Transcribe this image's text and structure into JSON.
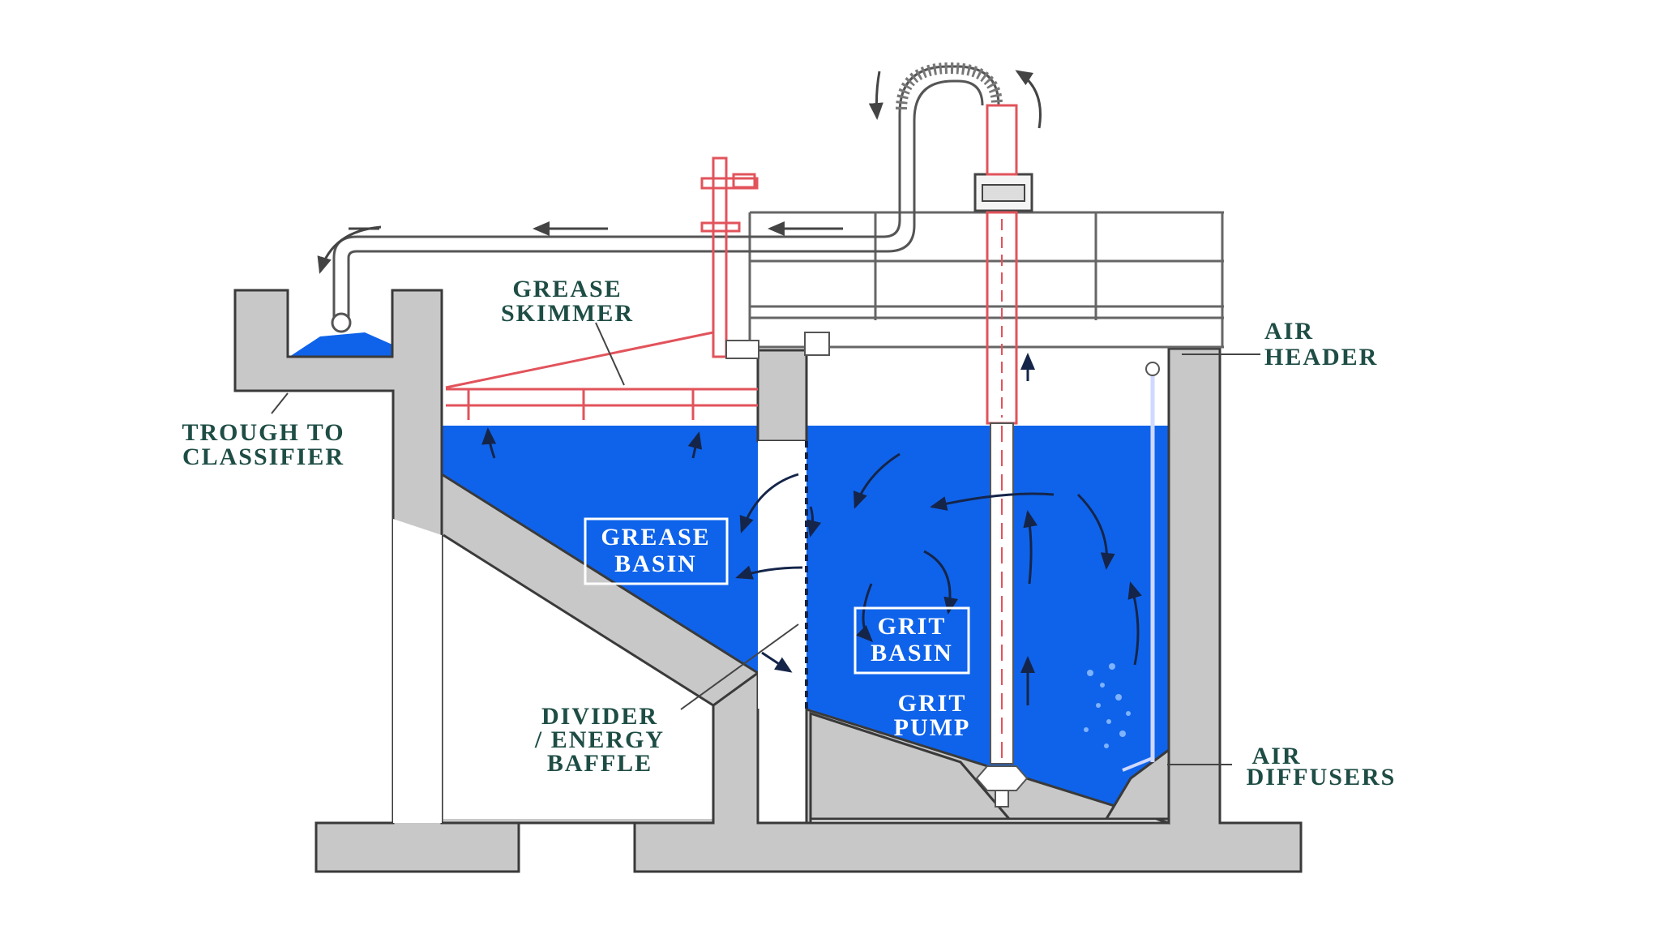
{
  "diagram": {
    "labels": {
      "grease_skimmer_1": "GREASE",
      "grease_skimmer_2": "SKIMMER",
      "air_header_1": "AIR",
      "air_header_2": "HEADER",
      "trough_1": "TROUGH TO",
      "trough_2": "CLASSIFIER",
      "grease_basin_1": "GREASE",
      "grease_basin_2": "BASIN",
      "grit_basin_1": "GRIT",
      "grit_basin_2": "BASIN",
      "grit_pump_1": "GRIT",
      "grit_pump_2": "PUMP",
      "divider_1": "DIVIDER",
      "divider_2": "/ ENERGY",
      "divider_3": "BAFFLE",
      "air_diffusers_1": "AIR",
      "air_diffusers_2": "DIFFUSERS"
    },
    "colors": {
      "water": "#0f63ea",
      "concrete": "#c8c8c8",
      "skimmer": "#e2535b",
      "label_text": "#1e4d45"
    }
  }
}
